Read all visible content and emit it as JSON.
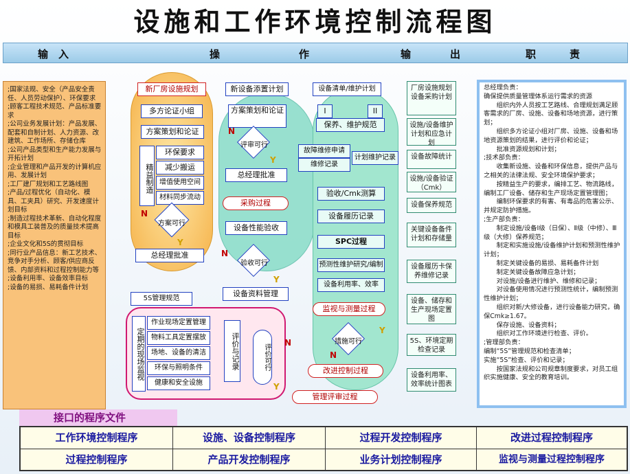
{
  "title": "设施和工作环境控制流程图",
  "header": {
    "input": "输　入",
    "op1": "操",
    "op2": "作",
    "out1": "输",
    "out2": "出",
    "duty1": "职",
    "duty2": "责"
  },
  "inputs_text": ";国家法规、安全（产品安全责任、人员劳动保护）、环保要求\n;顾客工程技术规范、产品标准要求\n;公司业务发展计划：产品发展、配套和自制计划、人力资源、改建筑、工作场所、存储仓库\n;公司产品类型和生产能力发展与开拓计划\n;企业管理和产品开发的计算机应用、发展计划\n;工厂建厂规划和工艺路线图\n;产品/过程优化（自动化、模具、工夹具）研究、开发速度计划目标\n;制造过程技术革新、自动化程度和模具工装普及的质量技术提高目标\n;企业文化和5S的贯彻目标\n;同行业产品信息：新工艺技术、竞争对手分析、顾客/供应商反馈、内部资料和过程控制能力等\n;设备利用率、设备效率目标\n;设备的易损、易耗备件计划",
  "col1": {
    "start": "新厂房设施规划",
    "b1": "多方论证小组",
    "b2": "方案策划和论证",
    "lean": "精益制造",
    "sub": [
      "环保要求",
      "减少搬运",
      "增值使用空间",
      "材料同步流动"
    ],
    "dec": "方案可行",
    "approve": "总经理批准"
  },
  "col2": {
    "start": "新设备添置计划",
    "b1": "方案策划和论证",
    "dec1": "评审可行",
    "approve": "总经理批准",
    "purchase": "采购过程",
    "accept": "设备性能验收",
    "dec2": "验收可行",
    "records": "设备资料管理"
  },
  "col3": {
    "start": "设备清单/维护计划",
    "i1": "I",
    "i2": "II",
    "maint": "保养、维护规范",
    "fault": "故障维修申请",
    "repair": "维修记录",
    "plan": "计划维护记录",
    "cmk": "验收/Cmk测算",
    "resume": "设备履历记录",
    "spc": "SPC过程",
    "predict": "预测性维护研究/编制",
    "util": "设备利用率、效率",
    "monitor": "监视与测量过程",
    "dec": "措施可行",
    "improve": "改进控制过程",
    "mgmt": "管理评审过程"
  },
  "fivesS": {
    "title": "5S管理规范",
    "side": "定期的现场监视",
    "items": [
      "作业现场定置管理",
      "物料工具定置摆放",
      "场地、设备的清洁",
      "环保与照明条件",
      "健康和安全设施"
    ],
    "eval": "评价与记录",
    "dec": "评价可行"
  },
  "outputs": [
    "厂房设施规划设备采购计划",
    "设施/设备维护计划和应急计划",
    "设备故障统计",
    "设施/设备验证（Cmk）",
    "设备保养规范",
    "关键设备备件计划和存储量",
    "设备履历卡保养维修记录",
    "设备、储存和生产现场定置图",
    "5S、环境定期检查记录",
    "设备利用率、效率统计图表"
  ],
  "duty_text": "总经理负责：\n确保提供质量管理体系运行需求的资源\n　　组织内外人员按工艺路线、合理规划满足顾客需求的厂房、设施、设备和场地资源，进行策划；\n　　组织多方论证小组对厂房、设施、设备和场地资源策划的结果，进行评价和论证；\n　　批准资源规划和计划；\n;技术部负责：\n　　收集新设施、设备和环保信息，提供产品与之相关的法律法规、安全环境保护要求；\n　　按精益生产的要求，编排工艺、物流路线，编制工厂设备、储存和生产现场定置管理图；\n　　编制环保要求的有害、有毒品的危害公示、并规定防护措施。\n;生产部负责：\n　　制定设施/设备Ⅰ级（日保）、Ⅱ级（中修）、Ⅲ级（大修）保养规范；\n　　制定和实施设施/设备维护计划和预测性维护计划；\n　　制定关键设备的易损、易耗备件计划\n　　制定关键设备故障应急计划；\n　　对设施/设备进行维护、维修和记录；\n　　对设备使用情况进行预测性统计，编制预测性维护计划；\n　　组织对新/大修设备，进行设备能力研究，确保Cmk≥1.67。\n　　保存设施、设备资料；\n　　组织对工作环境进行检查、评价。\n;管理部负责：\n编制“5S”管理规范和检查清单；\n实施“5S”检查、评价和记录；\n　　按国家法规和公司规章制度要求，对员工组织实施健康、安全的教育培训。",
  "interface_label": "接口的程序文件",
  "procedures": [
    [
      "工作环境控制程序",
      "设施、设备控制程序",
      "过程开发控制程序",
      "改进过程控制程序"
    ],
    [
      "过程控制程序",
      "产品开发控制程序",
      "业务计划控制程序",
      "监视与测量过程控制程序"
    ]
  ],
  "yn": {
    "Y": "Y",
    "N": "N"
  }
}
